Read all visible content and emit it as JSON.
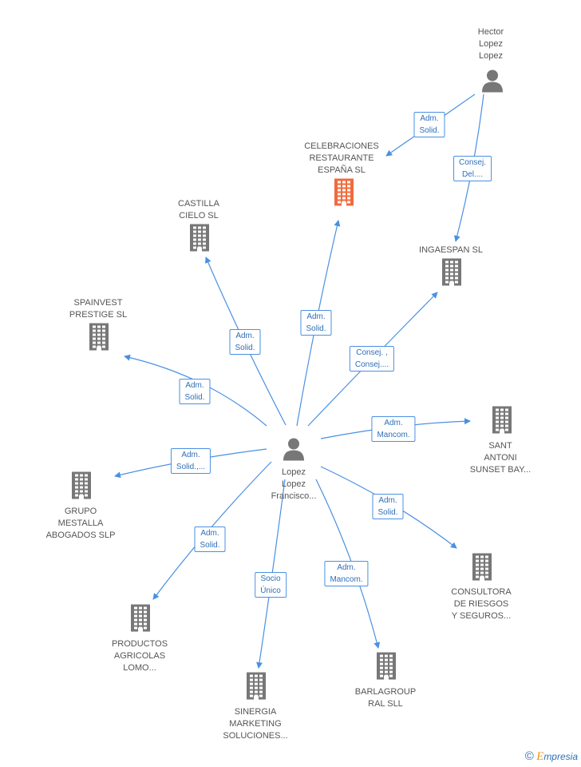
{
  "center_person": {
    "label": "Lopez\nLopez\nFrancisco...",
    "icon": "person-icon"
  },
  "top_person": {
    "label": "Hector\nLopez\nLopez",
    "icon": "person-icon"
  },
  "companies": {
    "celebraciones": {
      "label": "CELEBRACIONES\nRESTAURANTE\nESPAÑA SL",
      "color": "#f26a3c"
    },
    "castilla": {
      "label": "CASTILLA\nCIELO SL",
      "color": "#777777"
    },
    "ingaespan": {
      "label": "INGAESPAN SL",
      "color": "#777777"
    },
    "spainvest": {
      "label": "SPAINVEST\nPRESTIGE SL",
      "color": "#777777"
    },
    "sant_antoni": {
      "label": "SANT\nANTONI\nSUNSET BAY...",
      "color": "#777777"
    },
    "grupo_mestalla": {
      "label": "GRUPO\nMESTALLA\nABOGADOS SLP",
      "color": "#777777"
    },
    "consultora": {
      "label": "CONSULTORA\nDE RIESGOS\nY SEGUROS...",
      "color": "#777777"
    },
    "productos": {
      "label": "PRODUCTOS\nAGRICOLAS\nLOMO...",
      "color": "#777777"
    },
    "barlagroup": {
      "label": "BARLAGROUP\nRAL SLL",
      "color": "#777777"
    },
    "sinergia": {
      "label": "SINERGIA\nMARKETING\nSOLUCIONES...",
      "color": "#777777"
    }
  },
  "edges": {
    "hector_celebraciones": "Adm.\nSolid.",
    "hector_ingaespan": "Consej.\nDel....",
    "center_celebraciones": "Adm.\nSolid.",
    "center_castilla": "Adm.\nSolid.",
    "center_ingaespan": "Consej. ,\nConsej....",
    "center_spainvest": "Adm.\nSolid.",
    "center_sant_antoni": "Adm.\nMancom.",
    "center_grupo": "Adm.\nSolid.,...",
    "center_consultora": "Adm.\nSolid.",
    "center_productos": "Adm.\nSolid.",
    "center_barlagroup": "Adm.\nMancom.",
    "center_sinergia": "Socio\nÚnico"
  },
  "colors": {
    "edge": "#4a90e2",
    "building": "#777777",
    "highlight_building": "#f26a3c",
    "person": "#777777"
  },
  "brand": {
    "copyright": "©",
    "e": "E",
    "name": "mpresia"
  }
}
